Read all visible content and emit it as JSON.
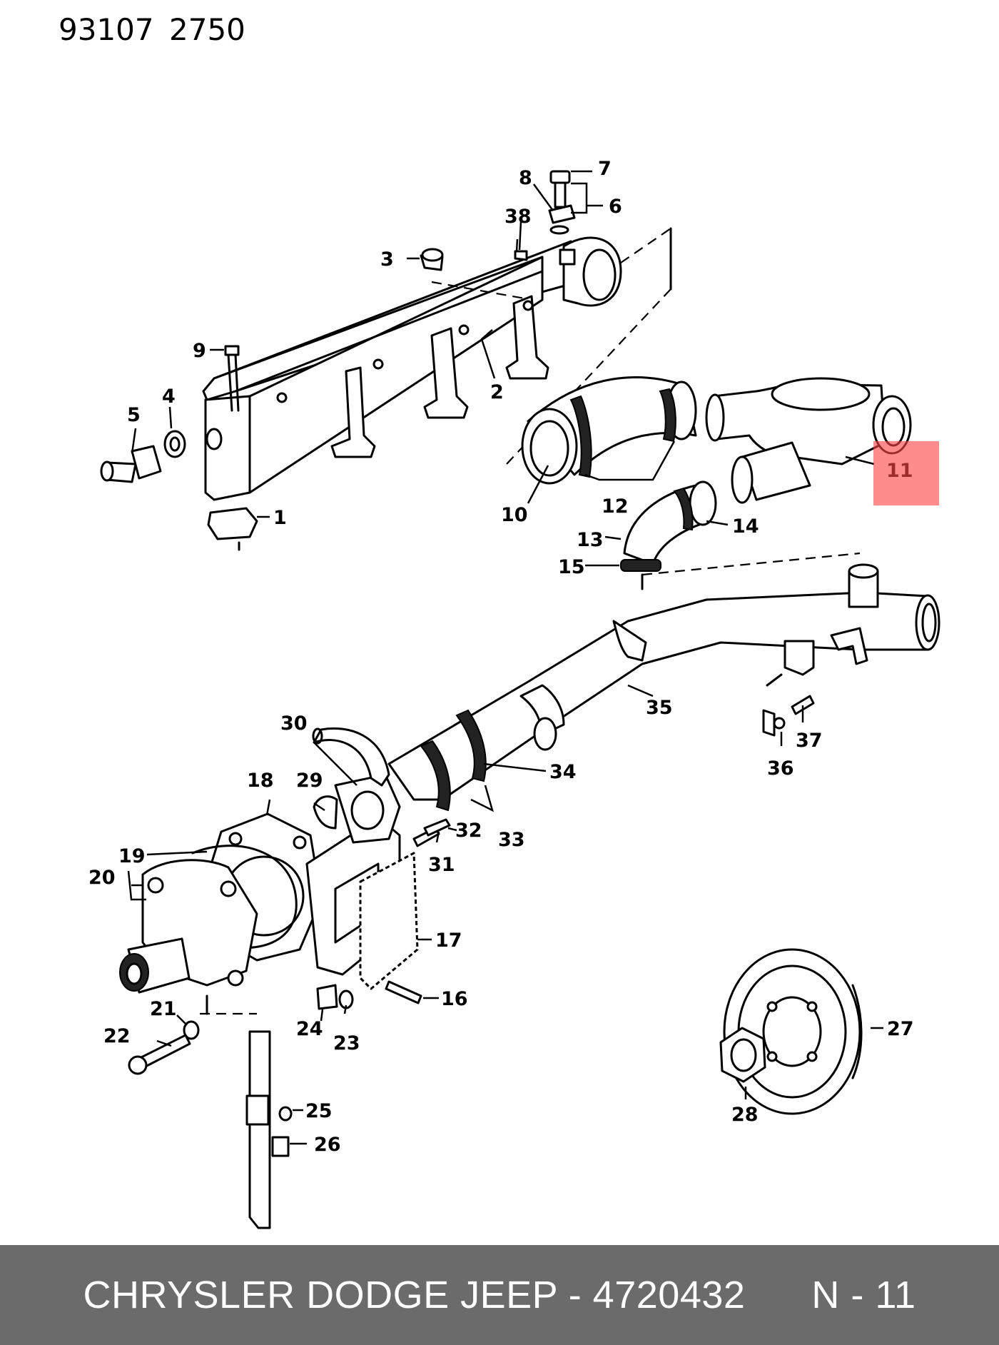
{
  "header": {
    "code_1": "93107",
    "code_2": "2750"
  },
  "highlight": {
    "part_number": "11"
  },
  "callouts": [
    "1",
    "2",
    "3",
    "4",
    "5",
    "6",
    "7",
    "8",
    "9",
    "10",
    "11",
    "12",
    "13",
    "14",
    "15",
    "16",
    "17",
    "18",
    "19",
    "20",
    "21",
    "22",
    "23",
    "24",
    "25",
    "26",
    "27",
    "28",
    "29",
    "30",
    "31",
    "32",
    "33",
    "34",
    "35",
    "36",
    "37",
    "38"
  ],
  "footer": {
    "text": "CHRYSLER DODGE JEEP - 4720432      N - 11"
  },
  "colors": {
    "highlight": "#ff4646",
    "footer_bg": "#6b6b6b",
    "footer_text": "#ffffff"
  }
}
